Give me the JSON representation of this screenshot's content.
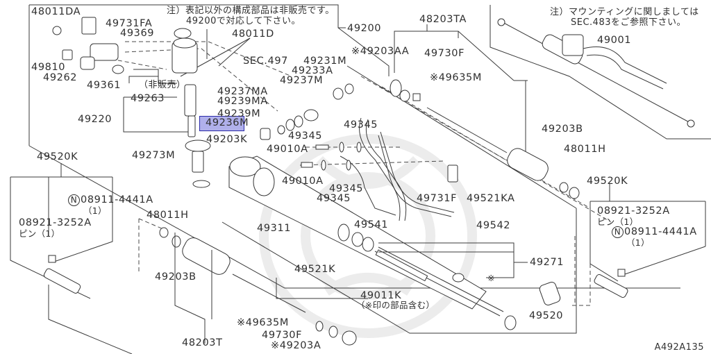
{
  "diagram": {
    "title": "Power steering gear & linkage parts diagram",
    "figure_code": "A492A135",
    "highlight": {
      "part": "49236M",
      "color": "#5050d2"
    },
    "notes": {
      "top_center_line1": "注）表記以外の構成部品は非販売です。",
      "top_center_line2": "49200で対応して下さい。",
      "top_right_line1": "注）マウンティングに関しましては",
      "top_right_line2": "SEC.483をご参照下さい。",
      "not_sold": "（非販売）",
      "marked_parts_included": "（※印の部品含む）"
    },
    "section_refs": {
      "sec497": "SEC.497"
    },
    "labels": {
      "p48011DA": "48011DA",
      "p49731FA": "49731FA",
      "p49369": "49369",
      "p48011D": "48011D",
      "p49810": "49810",
      "p49262": "49262",
      "p49361": "49361",
      "p49263": "49263",
      "p49220": "49220",
      "p49236M": "49236M",
      "p49236M_hl": "49236",
      "p49236M_tail": "M",
      "p49203K": "49203K",
      "p49273M": "49273M",
      "p49200": "49200",
      "p49231M": "49231M",
      "p49233A": "49233A",
      "p49237M": "49237M",
      "p49237MA": "49237MA",
      "p49239MA": "49239MA",
      "p49239M": "49239M",
      "p49345_a": "49345",
      "p49345_b": "49345",
      "p49345_c": "49345",
      "p49345_d": "49345",
      "p49345_e": "49345",
      "p49010A_a": "49010A",
      "p49010A_b": "49010A",
      "p49311": "49311",
      "p48203TA": "48203TA",
      "p49203AA": "※49203AA",
      "p49730F_top": "49730F",
      "p49635M_top": "※49635M",
      "p49001": "49001",
      "p49203B_right": "49203B",
      "p48011H_right": "48011H",
      "p49520K_right": "49520K",
      "p49521KA": "49521KA",
      "p49731F": "49731F",
      "p49541": "49541",
      "p49542": "49542",
      "p49271": "49271",
      "p49271_mark": "※",
      "p49011K": "49011K",
      "p49520": "49520",
      "p49520K_left": "49520K",
      "p48011H_left": "48011H",
      "p49203B_left": "49203B",
      "p48203T": "48203T",
      "p49521K": "49521K",
      "p49635M_bottom": "※49635M",
      "p49730F_bottom": "49730F",
      "p49203A": "※49203A"
    },
    "tie_rod_kits": {
      "left": {
        "nut_circle": "N",
        "nut_part": "08911-4441A",
        "nut_qty": "（1）",
        "pin_part": "08921-3252A",
        "pin_qty": "ピン（1）"
      },
      "right": {
        "nut_circle": "N",
        "nut_part": "08911-4441A",
        "nut_qty": "（1）",
        "pin_part": "08921-3252A",
        "pin_qty": "ピン（1）"
      }
    }
  }
}
